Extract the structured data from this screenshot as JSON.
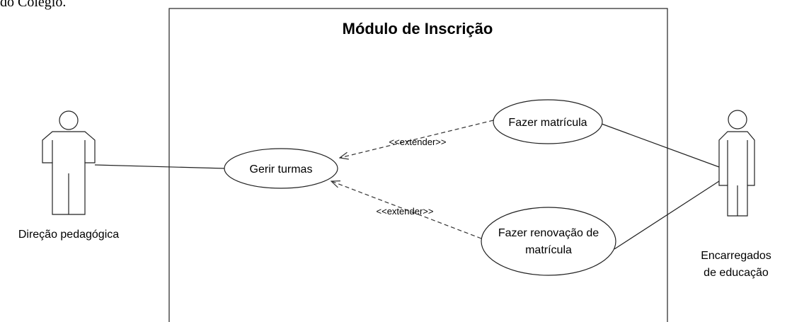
{
  "page": {
    "prefix_text": "do Colégio."
  },
  "diagram": {
    "title": "Módulo de Inscrição",
    "actors": [
      {
        "id": "direcao",
        "label_lines": [
          "Direção pedagógica"
        ]
      },
      {
        "id": "encarregados",
        "label_lines": [
          "Encarregados",
          "de educação"
        ]
      }
    ],
    "use_cases": [
      {
        "id": "gerir",
        "label_lines": [
          "Gerir turmas"
        ]
      },
      {
        "id": "matricula",
        "label_lines": [
          "Fazer matrícula"
        ]
      },
      {
        "id": "renovacao",
        "label_lines": [
          "Fazer renovação de",
          "matrícula"
        ]
      }
    ],
    "associations": [
      {
        "from": "direcao",
        "to": "gerir"
      },
      {
        "from": "encarregados",
        "to": "matricula"
      },
      {
        "from": "encarregados",
        "to": "renovacao"
      }
    ],
    "extends": [
      {
        "from": "matricula",
        "to": "gerir",
        "label": "<<extender>>"
      },
      {
        "from": "renovacao",
        "to": "gerir",
        "label": "<<extender>>"
      }
    ]
  }
}
